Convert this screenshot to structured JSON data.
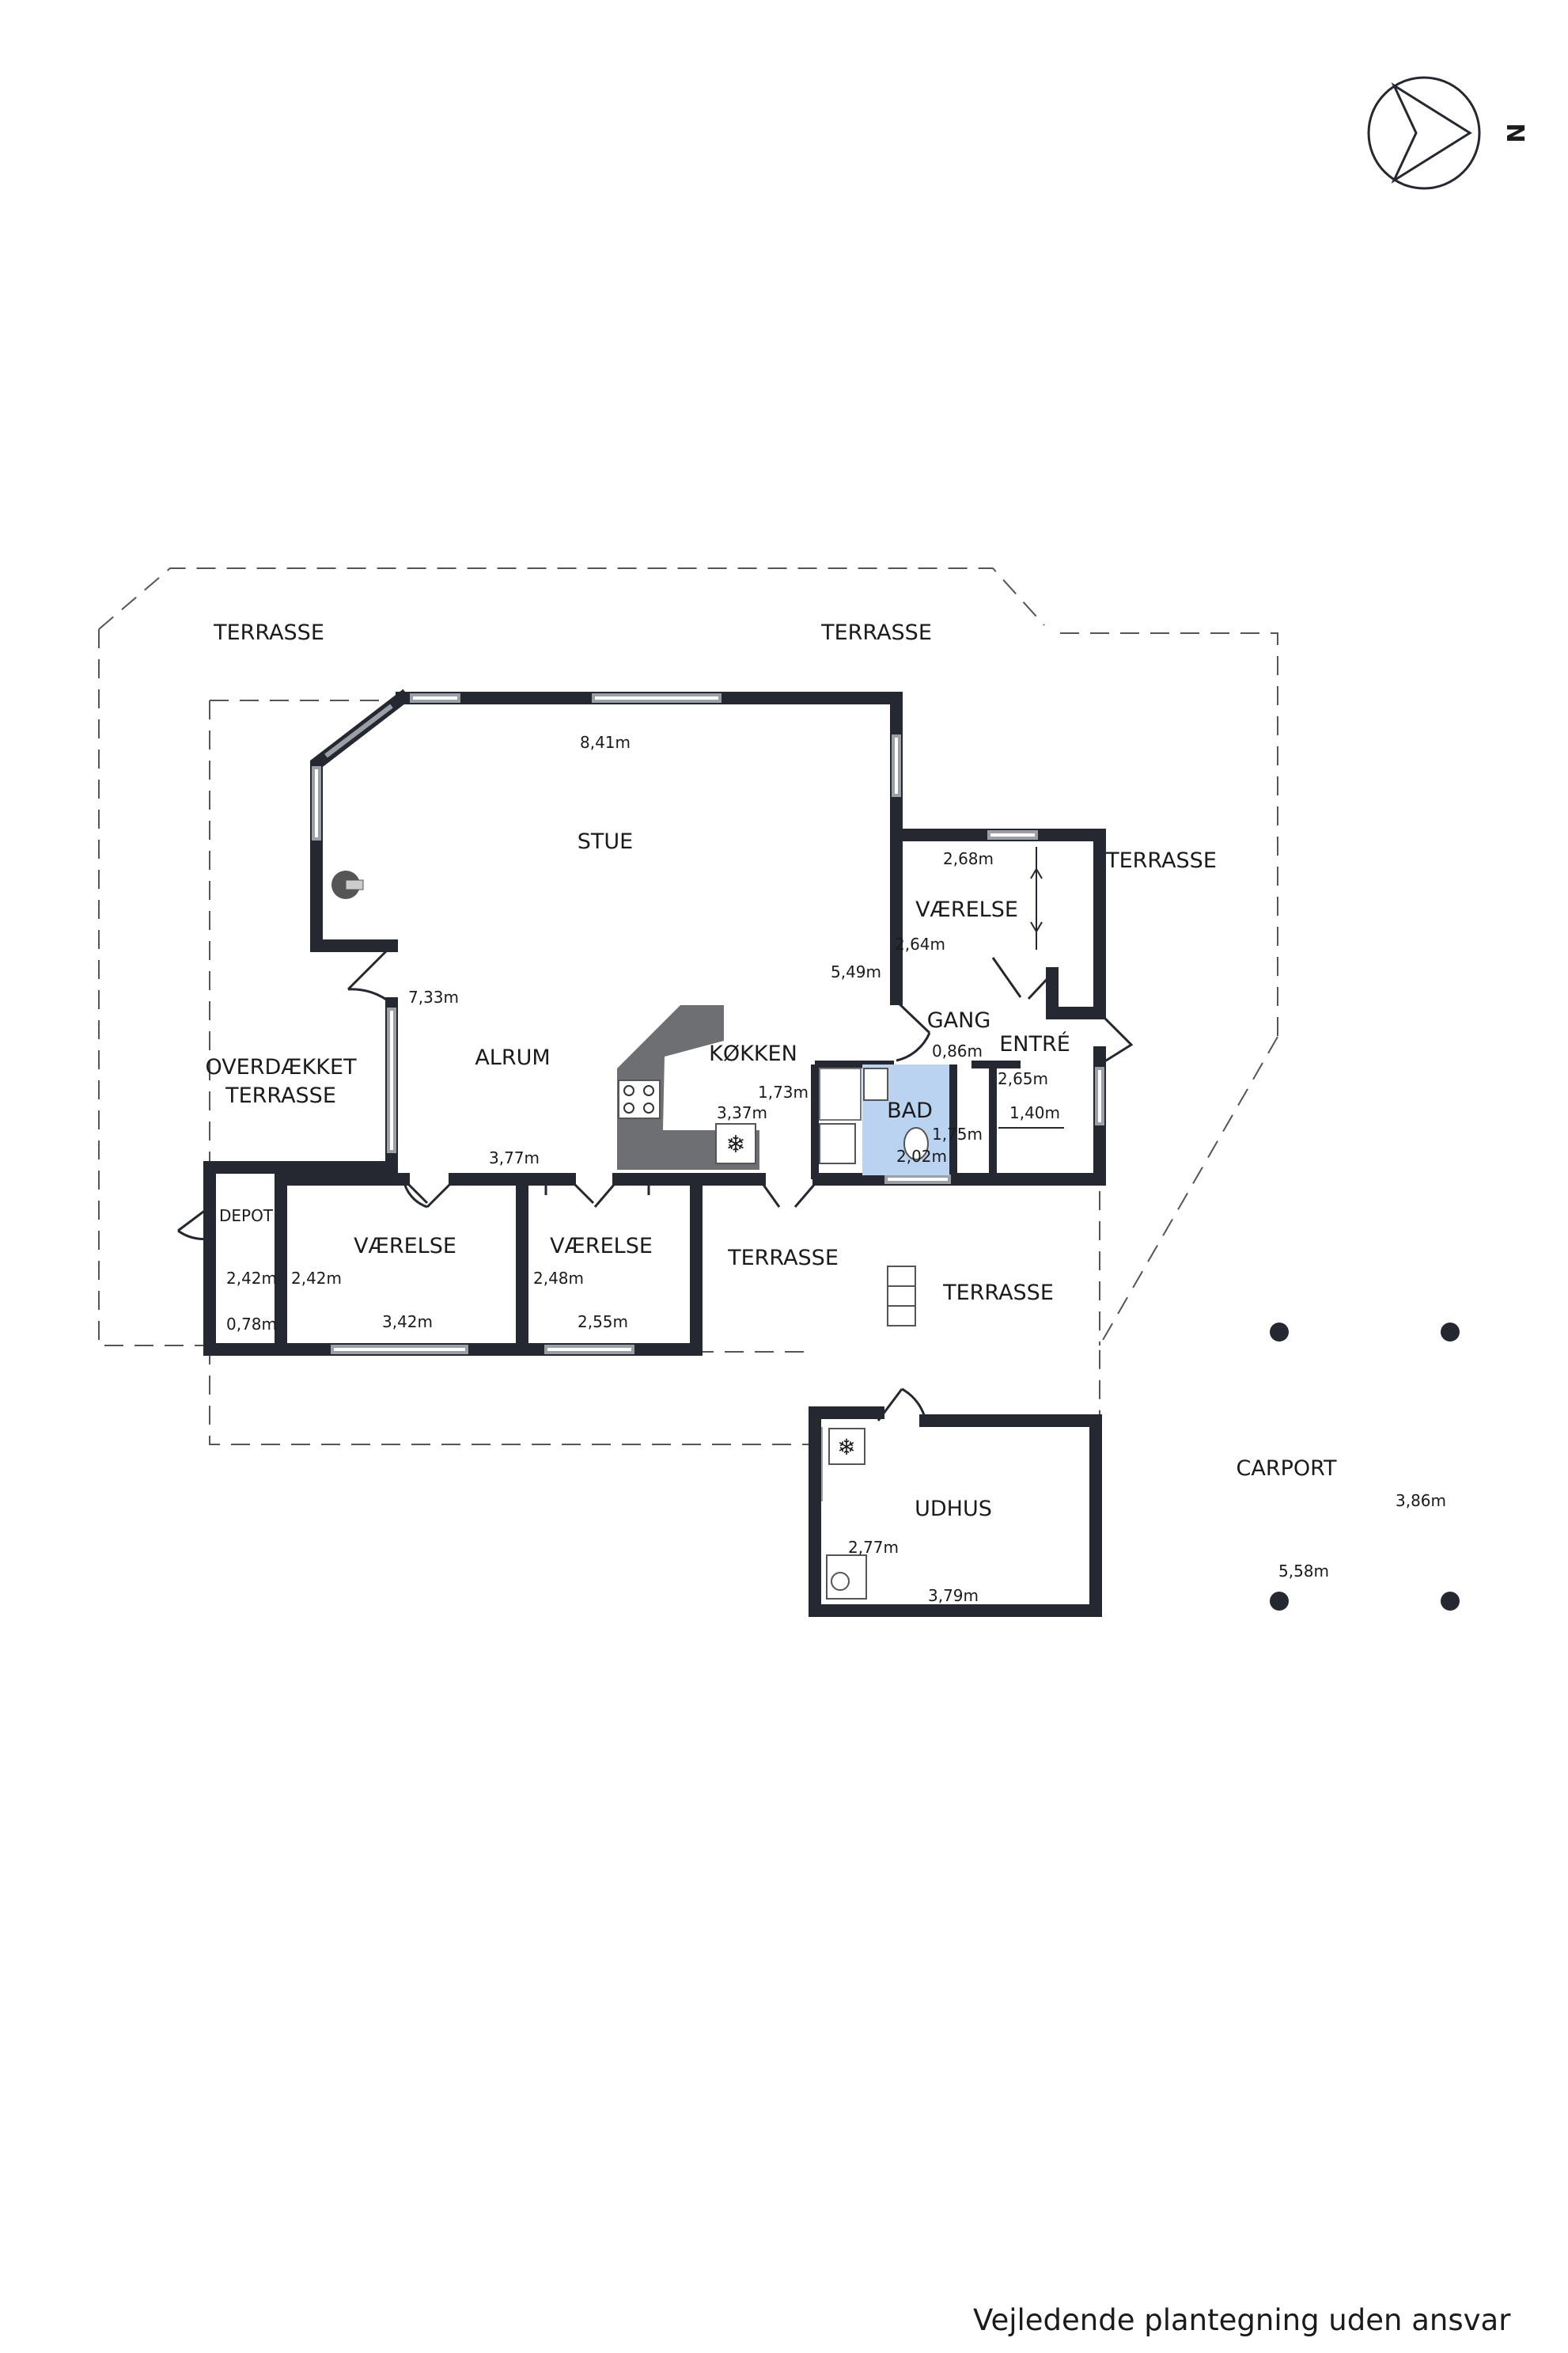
{
  "compass": {
    "label": "N",
    "icon": "north-arrow-icon"
  },
  "rooms": {
    "terrasse_nw": "TERRASSE",
    "terrasse_ne": "TERRASSE",
    "terrasse_e": "TERRASSE",
    "terrasse_s1": "TERRASSE",
    "terrasse_s2": "TERRASSE",
    "stue": "STUE",
    "alrum": "ALRUM",
    "koekken": "KØKKEN",
    "overdaekket_1": "OVERDÆKKET",
    "overdaekket_2": "TERRASSE",
    "depot": "DEPOT",
    "vaerelse_1": "VÆRELSE",
    "vaerelse_2": "VÆRELSE",
    "vaerelse_3": "VÆRELSE",
    "gang": "GANG",
    "entre": "ENTRÉ",
    "bad": "BAD",
    "udhus": "UDHUS",
    "carport": "CARPORT"
  },
  "dimensions": {
    "stue_width": "8,41m",
    "stue_depth": "5,49m",
    "alrum_depth": "7,33m",
    "alrum_width": "3,77m",
    "koekken_width": "3,37m",
    "koekken_depth": "1,73m",
    "vaerelse_ne_width": "2,68m",
    "vaerelse_ne_depth": "2,64m",
    "gang_width": "0,86m",
    "entre_depth": "2,65m",
    "entre_width": "1,40m",
    "bad_depth": "1,75m",
    "bad_width": "2,02m",
    "depot_depth": "2,42m",
    "depot_width": "0,78m",
    "vaerelse_1_depth": "2,42m",
    "vaerelse_1_width": "3,42m",
    "vaerelse_2_depth": "2,48m",
    "vaerelse_2_width": "2,55m",
    "udhus_depth": "2,77m",
    "udhus_width": "3,79m",
    "carport_depth": "3,86m",
    "carport_width": "5,58m"
  },
  "fixtures": {
    "stove": "stove-icon",
    "fridge": "snowflake-icon",
    "udhus_freezer": "snowflake-icon",
    "toilet": "toilet-icon",
    "sink": "sink-icon",
    "washer": "washing-machine-icon",
    "fireplace": "fireplace-icon"
  },
  "disclaimer": "Vejledende plantegning uden ansvar",
  "colors": {
    "wall": "#252830",
    "bathroom": "#b9d3f0",
    "kitchen_counter": "#6e6f72"
  }
}
